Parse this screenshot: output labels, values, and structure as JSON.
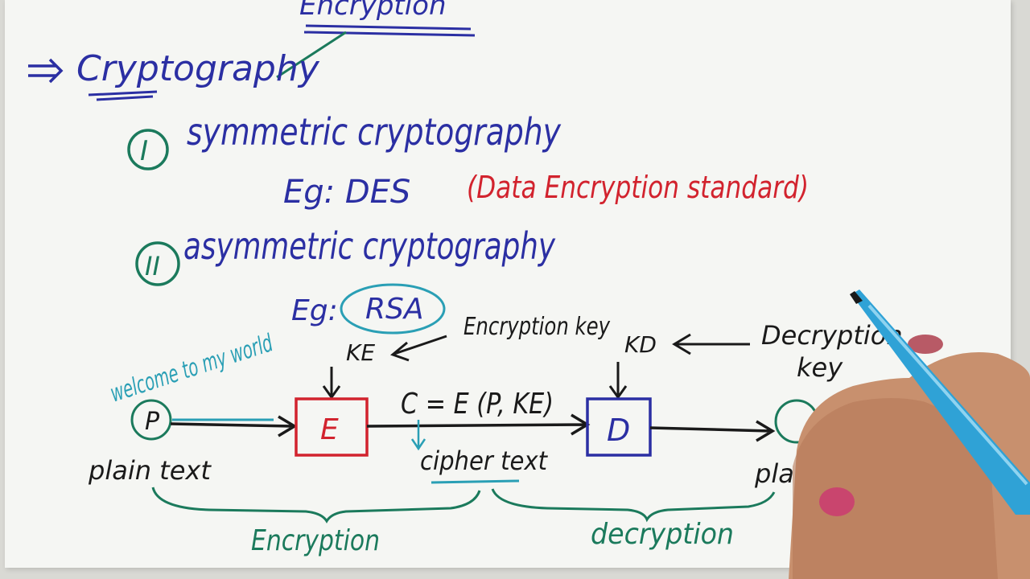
{
  "colors": {
    "blue_ink": "#2b2fa3",
    "red_ink": "#d2232e",
    "green_ink": "#1b7a5c",
    "teal_ink": "#2a9fb5",
    "black_ink": "#1a1a1a"
  },
  "notes": {
    "encryption_heading": "Encryption",
    "cryptography": "Cryptography",
    "item1_number": "I",
    "item1_title": "symmetric cryptography",
    "item1_example": "Eg: DES",
    "item1_example_expansion": "(Data Encryption standard)",
    "item2_number": "II",
    "item2_title": "asymmetric cryptography",
    "item2_example_prefix": "Eg:",
    "item2_example": "RSA",
    "side_note": "welcome to my world"
  },
  "diagram": {
    "plaintext_node": "P",
    "plaintext_label": "plain text",
    "encrypt_box": "E",
    "decrypt_box": "D",
    "encryption_key_label": "Encryption key",
    "encryption_key_symbol": "KE",
    "decryption_key_label_line1": "Decryption",
    "decryption_key_label_line2": "key",
    "decryption_key_symbol": "KD",
    "cipher_formula": "C = E (P, KE)",
    "ciphertext_label": "cipher text",
    "right_node_label": "pla",
    "encryption_span_label": "Encryption",
    "decryption_span_label": "decryption"
  },
  "icons": [
    "double-arrow-icon",
    "marker-pen-icon",
    "hand-icon"
  ]
}
